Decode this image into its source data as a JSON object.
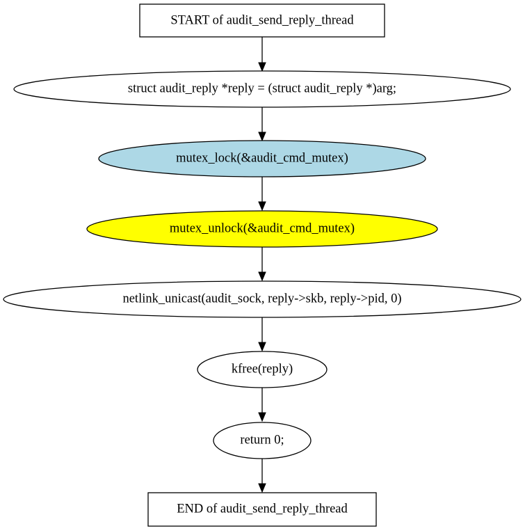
{
  "diagram": {
    "type": "flowchart",
    "nodes": [
      {
        "id": "start",
        "shape": "box",
        "label": "START of audit_send_reply_thread",
        "fill": "#ffffff"
      },
      {
        "id": "decl",
        "shape": "ellipse",
        "label": "struct audit_reply *reply = (struct audit_reply *)arg;",
        "fill": "#ffffff"
      },
      {
        "id": "lock",
        "shape": "ellipse",
        "label": "mutex_lock(&audit_cmd_mutex)",
        "fill": "#add8e6"
      },
      {
        "id": "unlock",
        "shape": "ellipse",
        "label": "mutex_unlock(&audit_cmd_mutex)",
        "fill": "#ffff00"
      },
      {
        "id": "netlink",
        "shape": "ellipse",
        "label": "netlink_unicast(audit_sock, reply->skb, reply->pid, 0)",
        "fill": "#ffffff"
      },
      {
        "id": "kfree",
        "shape": "ellipse",
        "label": "kfree(reply)",
        "fill": "#ffffff"
      },
      {
        "id": "ret",
        "shape": "ellipse",
        "label": "return 0;",
        "fill": "#ffffff"
      },
      {
        "id": "end",
        "shape": "box",
        "label": "END of audit_send_reply_thread",
        "fill": "#ffffff"
      }
    ],
    "edges": [
      {
        "from": "start",
        "to": "decl"
      },
      {
        "from": "decl",
        "to": "lock"
      },
      {
        "from": "lock",
        "to": "unlock"
      },
      {
        "from": "unlock",
        "to": "netlink"
      },
      {
        "from": "netlink",
        "to": "kfree"
      },
      {
        "from": "kfree",
        "to": "ret"
      },
      {
        "from": "ret",
        "to": "end"
      }
    ]
  }
}
